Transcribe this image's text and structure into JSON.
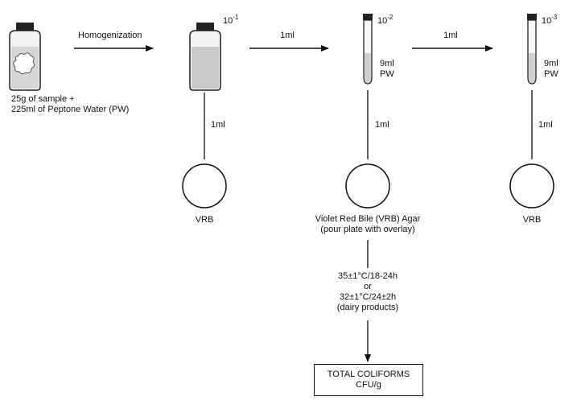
{
  "sample": {
    "line1": "25g of sample +",
    "line2": "225ml of Peptone Water (PW)"
  },
  "arrows": {
    "homogenization": "Homogenization",
    "transfer_1": "1ml",
    "transfer_2": "1ml"
  },
  "dilutions": [
    {
      "exp": "10",
      "sup": "-1"
    },
    {
      "exp": "10",
      "sup": "-2",
      "vol1": "9ml",
      "vol2": "PW"
    },
    {
      "exp": "10",
      "sup": "-3",
      "vol1": "9ml",
      "vol2": "PW"
    }
  ],
  "plating": {
    "vol_1": "1ml",
    "vol_2": "1ml",
    "vol_3": "1ml",
    "plate_1": "VRB",
    "plate_2_line1": "Violet Red Bile (VRB) Agar",
    "plate_2_line2": "(pour plate with overlay)",
    "plate_3": "VRB"
  },
  "incubation": {
    "line1": "35±1°C/18-24h",
    "line2": "or",
    "line3": "32±1°C/24±2h",
    "line4": "(dairy products)"
  },
  "result": {
    "line1": "TOTAL COLIFORMS",
    "line2": "CFU/g"
  }
}
